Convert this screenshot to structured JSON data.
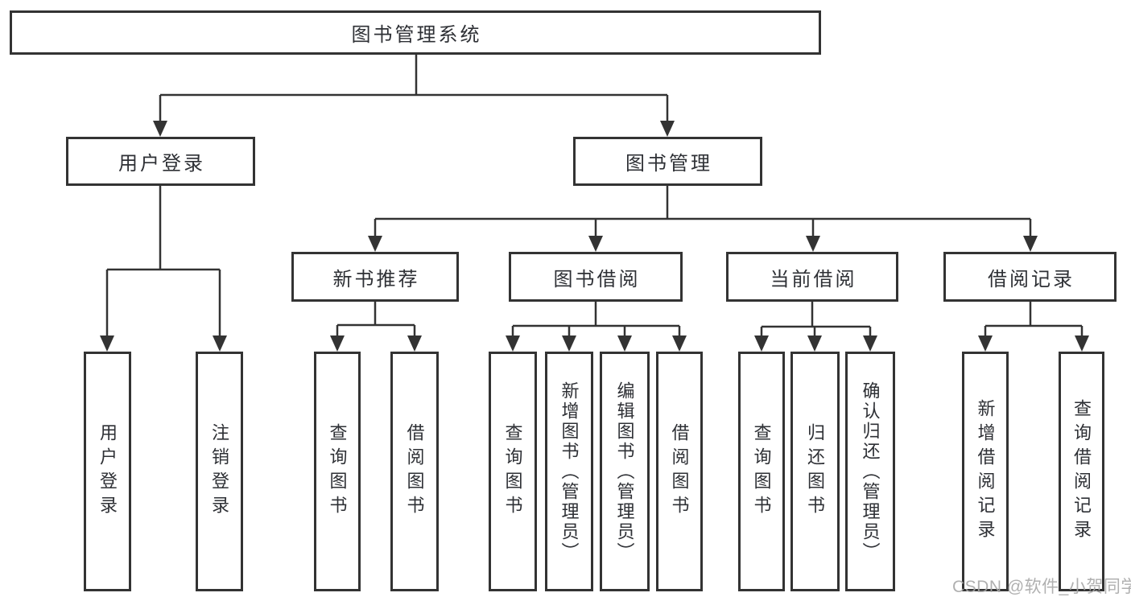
{
  "diagram": {
    "title": "图书管理系统",
    "root": {
      "label": "图书管理系统",
      "children": [
        {
          "label": "用户登录",
          "children": [
            {
              "label": "用户登录"
            },
            {
              "label": "注销登录"
            }
          ]
        },
        {
          "label": "图书管理",
          "children": [
            {
              "label": "新书推荐",
              "children": [
                {
                  "label": "查询图书"
                },
                {
                  "label": "借阅图书"
                }
              ]
            },
            {
              "label": "图书借阅",
              "children": [
                {
                  "label": "查询图书"
                },
                {
                  "label": "新增图书（管理员）"
                },
                {
                  "label": "编辑图书（管理员）"
                },
                {
                  "label": "借阅图书"
                }
              ]
            },
            {
              "label": "当前借阅",
              "children": [
                {
                  "label": "查询图书"
                },
                {
                  "label": "归还图书"
                },
                {
                  "label": "确认归还（管理员）"
                }
              ]
            },
            {
              "label": "借阅记录",
              "children": [
                {
                  "label": "新增借阅记录"
                },
                {
                  "label": "查询借阅记录"
                }
              ]
            }
          ]
        }
      ]
    }
  },
  "watermark": {
    "text": "CSDN @软件_小贺同学"
  },
  "colors": {
    "line": "#333333",
    "box_border": "#333333",
    "text": "#2e3035",
    "watermark": "#a8a8a8",
    "background": "#ffffff"
  }
}
